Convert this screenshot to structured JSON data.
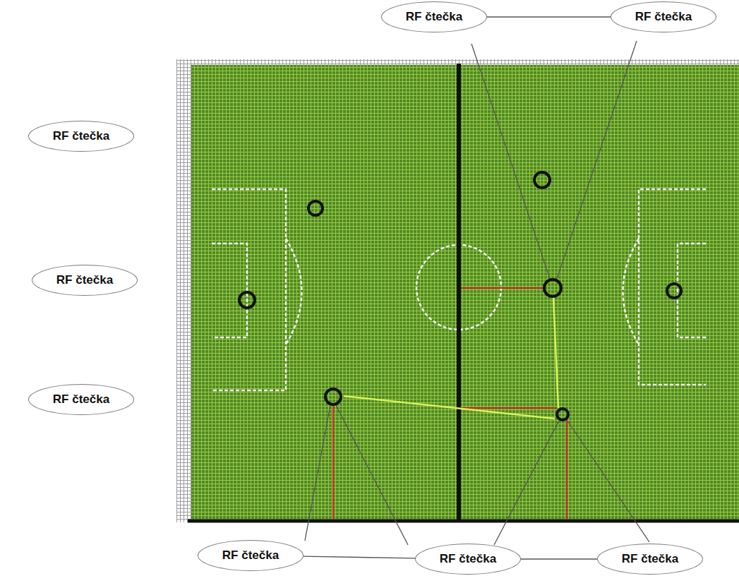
{
  "diagram": {
    "nodes": [
      {
        "text": [
          "RF čtečka"
        ]
      },
      {
        "text": [
          "RF čtečka"
        ]
      },
      {
        "text": [
          "RF čtečka"
        ]
      },
      {
        "text": [
          "RF čtečka"
        ]
      },
      {
        "text": [
          "RF čtečka"
        ]
      },
      {
        "text": [
          "RF čtečka"
        ]
      },
      {
        "text": [
          "RF čtečka"
        ]
      },
      {
        "text": [
          "RF čtečka"
        ]
      }
    ],
    "edges": [
      {
        "from": 0,
        "to": 1,
        "arrow": "none"
      },
      {
        "from": 5,
        "to": 6,
        "arrow": "none"
      },
      {
        "from": 6,
        "to": 7,
        "arrow": "none"
      }
    ]
  }
}
